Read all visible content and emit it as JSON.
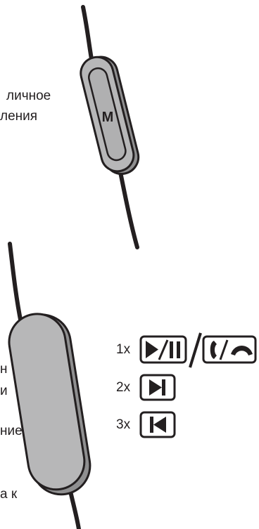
{
  "top_text": {
    "line1": "личное",
    "line2": "ления"
  },
  "side_text": {
    "line1": "н",
    "line2": "и",
    "line3": "ние.",
    "line4": "а к"
  },
  "button_label": "M",
  "legend": [
    {
      "press": "1x",
      "icons": [
        "play-pause-icon",
        "call-answer-hangup-icon"
      ]
    },
    {
      "press": "2x",
      "icons": [
        "next-track-icon"
      ]
    },
    {
      "press": "3x",
      "icons": [
        "previous-track-icon"
      ]
    }
  ],
  "colors": {
    "ink": "#231f20",
    "remote_fill": "#b7b7b8",
    "remote_shadow": "#8f8f90"
  }
}
